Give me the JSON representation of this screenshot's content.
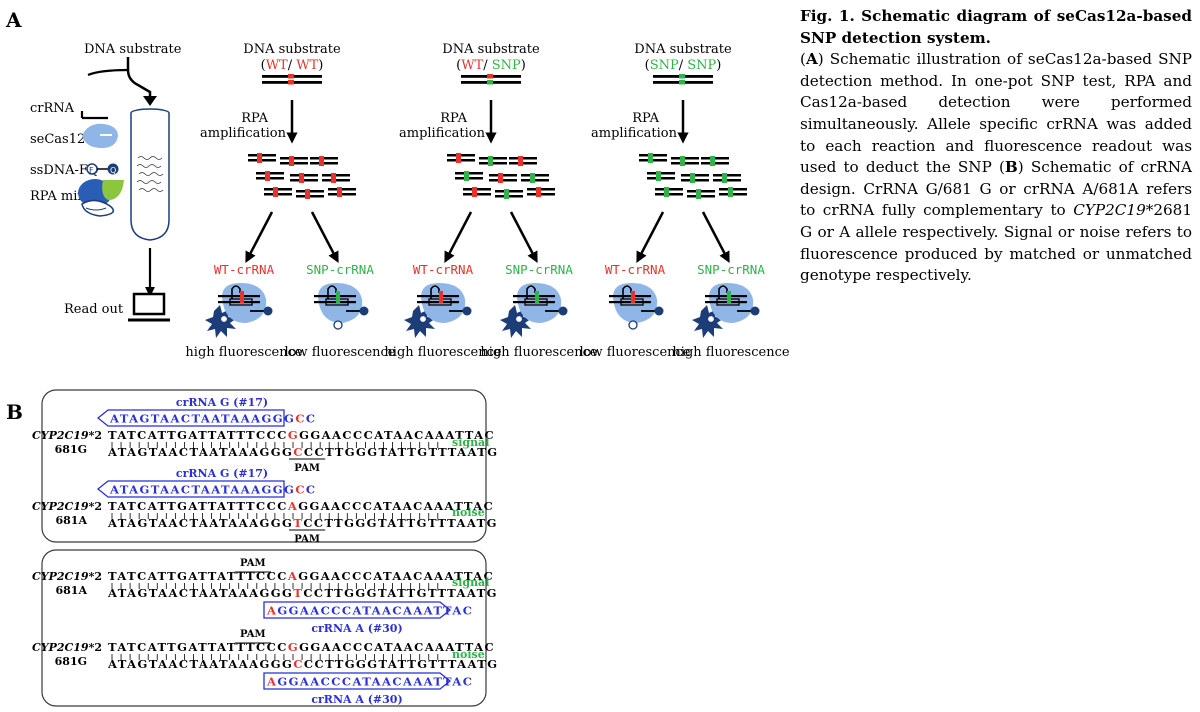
{
  "panelA": {
    "label": "A",
    "left_substrate": "DNA substrate",
    "reagents": [
      "crRNA",
      "seCas12a",
      "ssDNA-FQ",
      "RPA mix"
    ],
    "readout": "Read out",
    "columns": [
      {
        "title": "DNA substrate",
        "geno_open": "(",
        "geno_a": "WT",
        "geno_sep": "/ ",
        "geno_b": "WT",
        "geno_close": ")",
        "amp1": "RPA",
        "amp2": "amplification",
        "left_crRNA": "WT-crRNA",
        "right_crRNA": "SNP-crRNA",
        "left_result": "high fluorescence",
        "right_result": "low fluorescence"
      },
      {
        "title": "DNA substrate",
        "geno_open": "(",
        "geno_a": "WT",
        "geno_sep": "/ ",
        "geno_b": "SNP",
        "geno_close": ")",
        "amp1": "RPA",
        "amp2": "amplification",
        "left_crRNA": "WT-crRNA",
        "right_crRNA": "SNP-crRNA",
        "left_result": "high fluorescence",
        "right_result": "high fluorescence"
      },
      {
        "title": "DNA substrate",
        "geno_open": "(",
        "geno_a": "SNP",
        "geno_sep": "/ ",
        "geno_b": "SNP",
        "geno_close": ")",
        "amp1": "RPA",
        "amp2": "amplification",
        "left_crRNA": "WT-crRNA",
        "right_crRNA": "SNP-crRNA",
        "left_result": "low fluorescence",
        "right_result": "high fluorescence"
      }
    ]
  },
  "panelB": {
    "label": "B",
    "box1": {
      "crA_label": "crRNA G (#17)",
      "crA_seq_pre": "ATAGTAACTAATAAAGGG",
      "crA_seq_red": "C",
      "crA_seq_post": "C",
      "row1_gene": "CYP2C19",
      "row1_suffix": "*2",
      "row1_allele": "681G",
      "row1_top_pre": "TATCATTGATTATTTCCC",
      "row1_top_red": "G",
      "row1_top_post": "GGAACCCATAACAAATTAC",
      "row1_bot_pre": "ATAGTAACTAATAAAGGG",
      "row1_bot_red": "C",
      "row1_bot_post": "CCTTGGGTATTGTTTAATG",
      "row1_pam": "PAM",
      "row1_tag": "signal",
      "crB_label": "crRNA G (#17)",
      "crB_seq_pre": "ATAGTAACTAATAAAGGG",
      "crB_seq_red": "C",
      "crB_seq_post": "C",
      "row2_gene": "CYP2C19",
      "row2_suffix": "*2",
      "row2_allele": "681A",
      "row2_top_pre": "TATCATTGATTATTTCCC",
      "row2_top_red": "A",
      "row2_top_post": "GGAACCCATAACAAATTAC",
      "row2_bot_pre": "ATAGTAACTAATAAAGGG",
      "row2_bot_red": "T",
      "row2_bot_post": "CCTTGGGTATTGTTTAATG",
      "row2_pam": "PAM",
      "row2_tag": "noise"
    },
    "box2": {
      "row1_pam": "PAM",
      "row1_gene": "CYP2C19",
      "row1_suffix": "*2",
      "row1_allele": "681A",
      "row1_top_pre": "TATCATTGATTATTTCCC",
      "row1_top_red": "A",
      "row1_top_post": "GGAACCCATAACAAATTAC",
      "row1_bot_pre": "ATAGTAACTAATAAAGGG",
      "row1_bot_red": "T",
      "row1_bot_post": "CCTTGGGTATTGTTTAATG",
      "row1_tag": "signal",
      "crA_seq_red": "A",
      "crA_seq_post": "GGAACCCATAACAAATTAC",
      "crA_label": "crRNA A (#30)",
      "row2_pam": "PAM",
      "row2_gene": "CYP2C19",
      "row2_suffix": "*2",
      "row2_allele": "681G",
      "row2_top_pre": "TATCATTGATTATTTCCC",
      "row2_top_red": "G",
      "row2_top_post": "GGAACCCATAACAAATTAC",
      "row2_bot_pre": "ATAGTAACTAATAAAGGG",
      "row2_bot_red": "C",
      "row2_bot_post": "CCTTGGGTATTGTTTAATG",
      "row2_tag": "noise",
      "crB_seq_red": "A",
      "crB_seq_post": "GGAACCCATAACAAATTAC",
      "crB_label": "crRNA A (#30)"
    }
  },
  "caption": {
    "title": "Fig. 1. Schematic diagram of seCas12a-based SNP detection system.",
    "a_open": "(",
    "a_letter": "A",
    "a_text": ") Schematic illustration of seCas12a-based SNP detection method. In one-pot SNP test, RPA and Cas12a-based detection were performed simultaneously. Allele specific crRNA was added to each reaction and fluorescence readout was used to deduct the SNP (",
    "b_letter": "B",
    "b_text1": ") Schematic of crRNA design. CrRNA G/681 G or crRNA A/681A refers to crRNA fully complementary to ",
    "b_gene": "CYP2C19",
    "b_text2": "*2681 G or A allele respectively. Signal or noise refers to fluorescence produced by matched or unmatched genotype respectively."
  },
  "colors": {
    "wt": "#e8322b",
    "snp": "#2fb34a",
    "blue": "#2a2fd6",
    "cas": "#8fb6e6",
    "navy": "#1c3d7a",
    "box": "#3a3a3a"
  }
}
